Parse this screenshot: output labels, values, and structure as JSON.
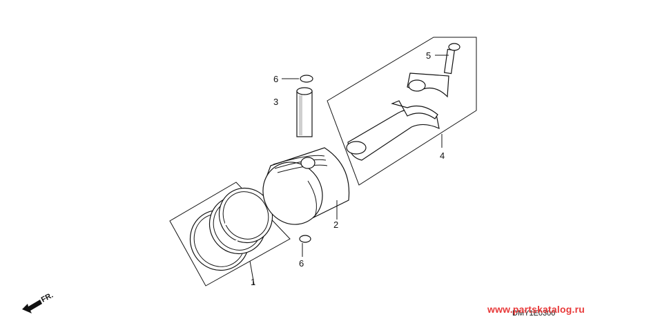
{
  "callouts": {
    "piston_rings": "1",
    "piston": "2",
    "piston_pin": "3",
    "connecting_rod": "4",
    "rod_bolt": "5",
    "clip_upper": "6",
    "clip_lower": "6"
  },
  "diagram_code": "DMY1E0300",
  "front_marker": "FR.",
  "watermark": "www.partskatalog.ru"
}
